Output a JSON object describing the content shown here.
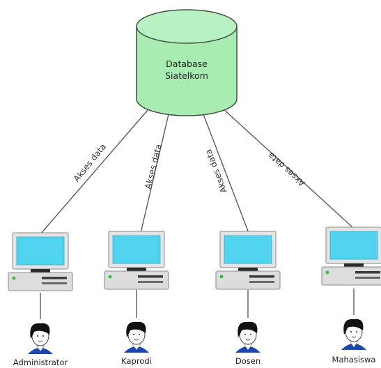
{
  "database": {
    "label_line1": "Database",
    "label_line2": "Siatelkom",
    "fill": "#a8ecb2",
    "stroke": "#3f4f42"
  },
  "connections": [
    {
      "label": "Akses data"
    },
    {
      "label": "Akses data"
    },
    {
      "label": "Akses data"
    },
    {
      "label": "Akses data"
    }
  ],
  "users": [
    {
      "name": "Administrator"
    },
    {
      "name": "Kaprodi"
    },
    {
      "name": "Dosen"
    },
    {
      "name": "Mahasiswa"
    }
  ],
  "colors": {
    "line": "#5a5a5a",
    "monitor_frame": "#e4e4e4",
    "screen": "#4fd3ef",
    "case": "#dcdcdc",
    "led": "#2dbf3c",
    "person_shirt": "#1d46b5",
    "hair": "#111111"
  }
}
